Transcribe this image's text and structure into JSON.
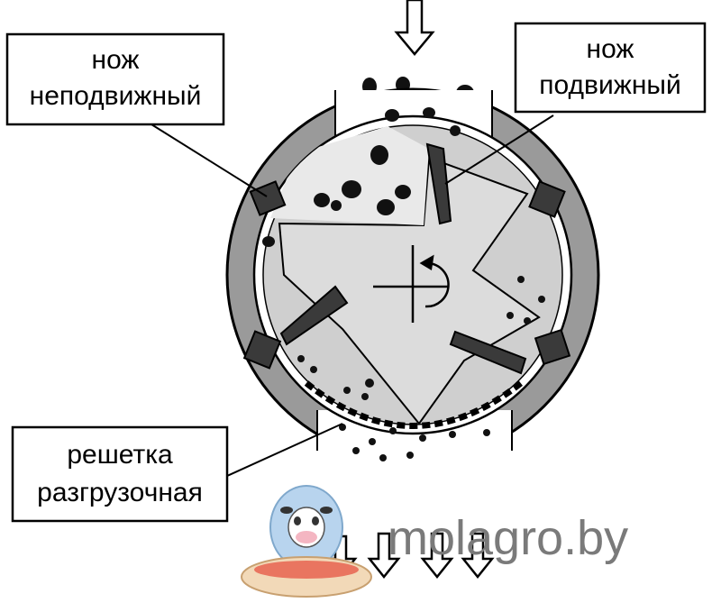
{
  "labels": {
    "fixed_knife": [
      "нож",
      "неподвижный"
    ],
    "moving_knife": [
      "нож",
      "подвижный"
    ],
    "grate": [
      "решетка",
      "разгрузочная"
    ]
  },
  "watermark": {
    "text": "molagro.by"
  },
  "colors": {
    "housing": "#9a9a9a",
    "rotor": "#d2d2d2",
    "knife": "#3a3a3a",
    "particle": "#111111",
    "outline": "#000000",
    "brand": "#7a7a7a"
  },
  "icons": [
    "arrow-down-icon",
    "rotation-icon",
    "cow-logo-icon"
  ]
}
